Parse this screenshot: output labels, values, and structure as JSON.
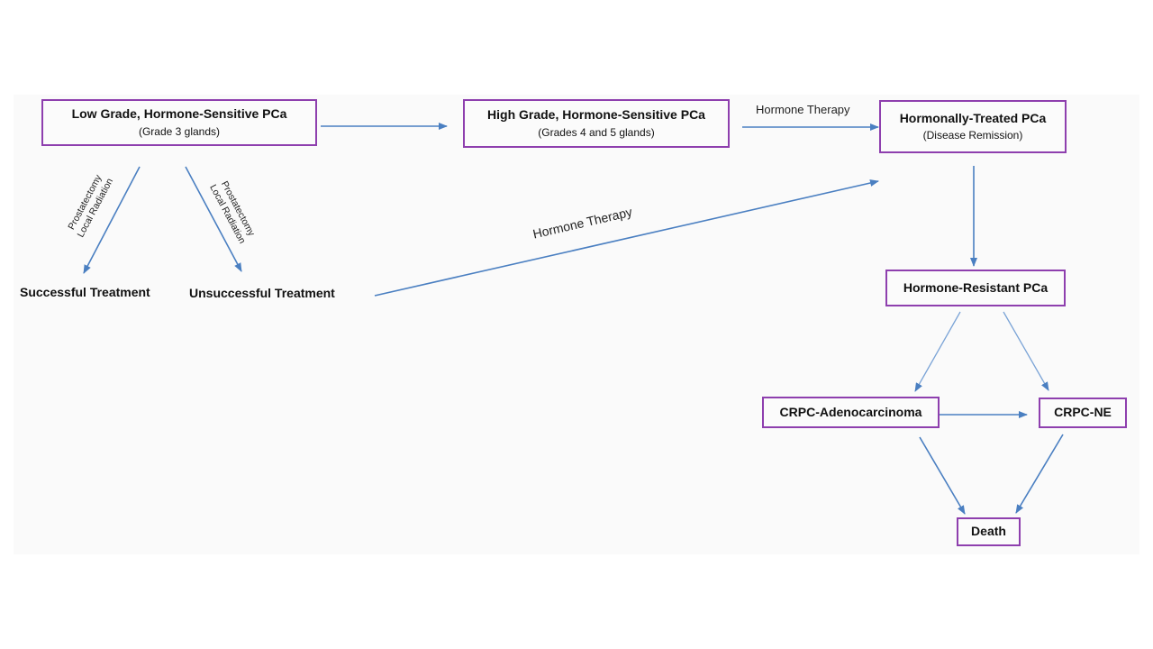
{
  "nodes": {
    "low_grade": {
      "title": "Low Grade, Hormone-Sensitive PCa",
      "subtitle": "(Grade 3 glands)"
    },
    "high_grade": {
      "title": "High Grade, Hormone-Sensitive PCa",
      "subtitle": "(Grades 4 and 5 glands)"
    },
    "hormonally_treated": {
      "title": "Hormonally-Treated PCa",
      "subtitle": "(Disease Remission)"
    },
    "hormone_resistant": {
      "title": "Hormone-Resistant PCa"
    },
    "crpc_adeno": {
      "title": "CRPC-Adenocarcinoma"
    },
    "crpc_ne": {
      "title": "CRPC-NE"
    },
    "death": {
      "title": "Death"
    }
  },
  "outcomes": {
    "successful": "Successful Treatment",
    "unsuccessful": "Unsuccessful Treatment"
  },
  "edge_labels": {
    "hormone_therapy_top": "Hormone Therapy",
    "hormone_therapy_diagonal": "Hormone Therapy",
    "left_branch_line1": "Prostatectomy",
    "left_branch_line2": "Local Radiation",
    "right_branch_line1": "Prostatectomy",
    "right_branch_line2": "Local Radiation"
  },
  "colors": {
    "box_border": "#8e3fae",
    "arrow": "#4a7fc1"
  }
}
